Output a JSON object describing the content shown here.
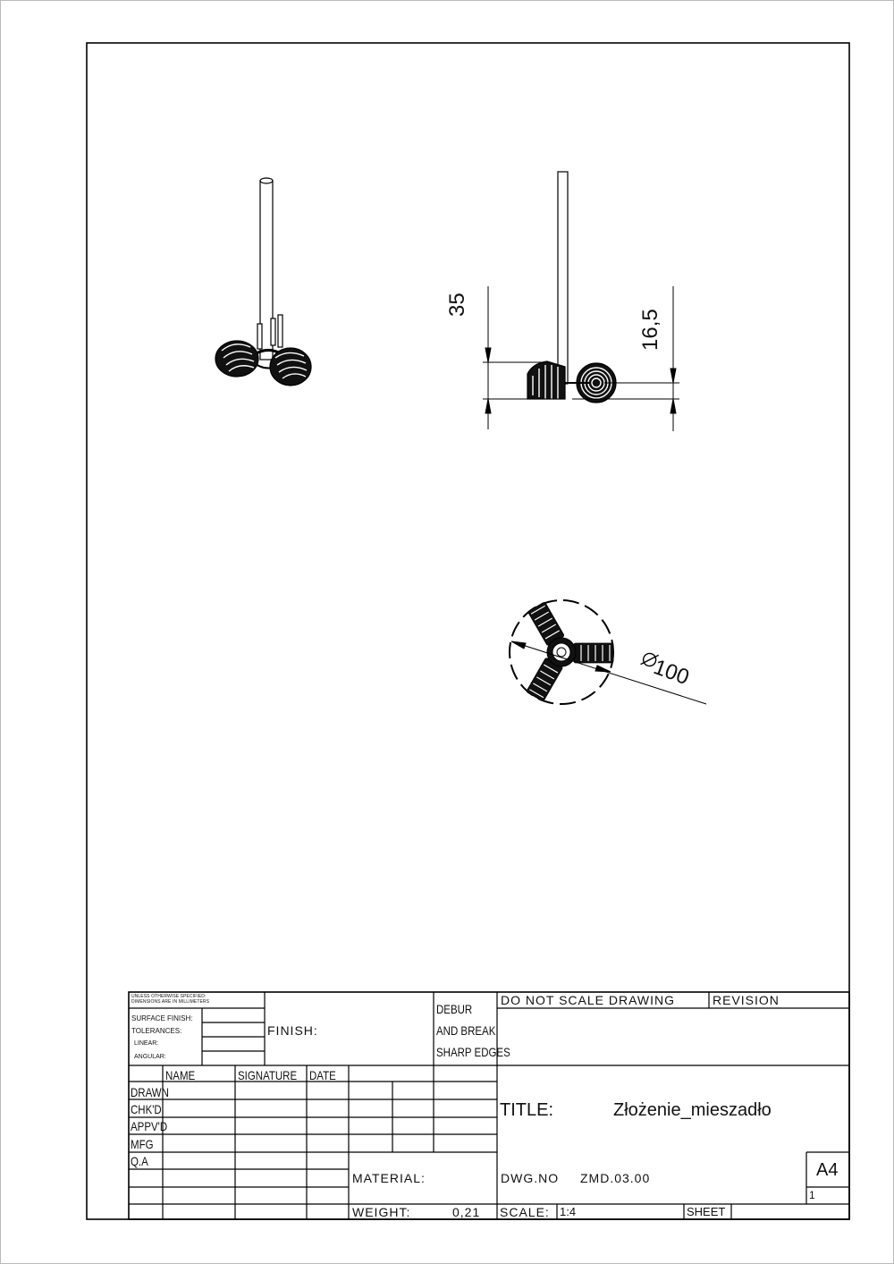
{
  "views": {
    "dimensions": {
      "height_35": "35",
      "height_16_5": "16,5",
      "diameter": "100"
    }
  },
  "title_block": {
    "general_note_line1": "UNLESS OTHERWISE SPECIFIED:",
    "general_note_line2": "DIMENSIONS ARE IN MILLIMETERS",
    "surface_finish_label": "SURFACE FINISH:",
    "tolerances_label": "TOLERANCES:",
    "linear_label": "LINEAR:",
    "angular_label": "ANGULAR:",
    "finish_label": "FINISH:",
    "debur_line1": "DEBUR",
    "debur_line2": "AND BREAK",
    "debur_line3": "SHARP EDGES",
    "do_not_scale": "DO NOT SCALE DRAWING",
    "revision_label": "REVISION",
    "col_name": "NAME",
    "col_signature": "SIGNATURE",
    "col_date": "DATE",
    "rows": [
      "DRAWN",
      "CHK'D",
      "APPV'D",
      "MFG",
      "Q.A"
    ],
    "title_label": "TITLE:",
    "title_value": "Złożenie_mieszadło",
    "material_label": "MATERIAL:",
    "dwg_no_label": "DWG.NO",
    "dwg_no_value": "ZMD.03.00",
    "sheet_size": "A4",
    "sheet_number": "1",
    "weight_label": "WEIGHT:",
    "weight_value": "0,21",
    "scale_label": "SCALE:",
    "scale_value": "1:4",
    "sheet_label": "SHEET"
  }
}
